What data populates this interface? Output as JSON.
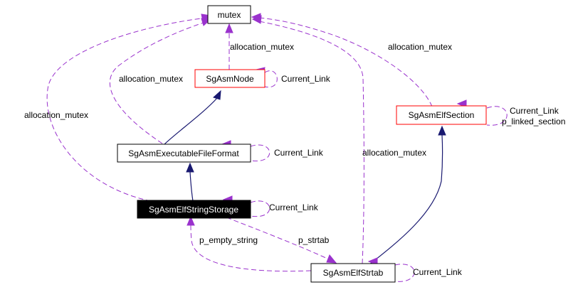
{
  "colors": {
    "inherit_edge": "#191970",
    "use_edge": "#9a32cd",
    "node_border_default": "#000000",
    "node_border_incomplete": "#ff0000",
    "highlight_fill": "#000000",
    "highlight_text": "#ffffff"
  },
  "nodes": {
    "mutex": {
      "label": "mutex",
      "style": "normal"
    },
    "sgasmnode": {
      "label": "SgAsmNode",
      "style": "incomplete"
    },
    "sgasmexecutablefileformat": {
      "label": "SgAsmExecutableFileFormat",
      "style": "normal"
    },
    "sgasmelfstringstorage": {
      "label": "SgAsmElfStringStorage",
      "style": "highlighted"
    },
    "sgasmelfsection": {
      "label": "SgAsmElfSection",
      "style": "incomplete"
    },
    "sgasmelfstrtab": {
      "label": "SgAsmElfStrtab",
      "style": "normal"
    }
  },
  "labels": {
    "node_mutex": "allocation_mutex",
    "node_self": "Current_Link",
    "node_executable": "allocation_mutex",
    "storage_mutex": "allocation_mutex",
    "executable_self": "Current_Link",
    "storage_self": "Current_Link",
    "section_mutex": "allocation_mutex",
    "section_self_1": "Current_Link",
    "section_self_2": "p_linked_section",
    "strtab_mutex": "allocation_mutex",
    "empty_string": "p_empty_string",
    "strtab": "p_strtab",
    "strtab_self": "Current_Link"
  }
}
